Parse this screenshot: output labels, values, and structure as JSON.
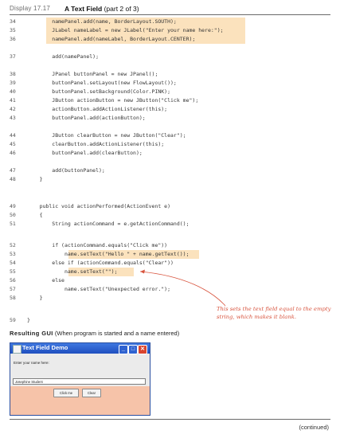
{
  "header": {
    "display_label": "Display 17.17",
    "title_bold": "A Text Field",
    "title_rest": " (part 2 of 3)"
  },
  "code_lines": [
    {
      "n": "34",
      "code": "        namePanel.add(name, BorderLayout.SOUTH);"
    },
    {
      "n": "35",
      "code": "        JLabel nameLabel = new JLabel(\"Enter your name here:\");"
    },
    {
      "n": "36",
      "code": "        namePanel.add(nameLabel, BorderLayout.CENTER);"
    },
    {
      "n": "37",
      "code": "        add(namePanel);"
    },
    {
      "n": "38",
      "code": "        JPanel buttonPanel = new JPanel();"
    },
    {
      "n": "39",
      "code": "        buttonPanel.setLayout(new FlowLayout());"
    },
    {
      "n": "40",
      "code": "        buttonPanel.setBackground(Color.PINK);"
    },
    {
      "n": "41",
      "code": "        JButton actionButton = new JButton(\"Click me\");"
    },
    {
      "n": "42",
      "code": "        actionButton.addActionListener(this);"
    },
    {
      "n": "43",
      "code": "        buttonPanel.add(actionButton);"
    },
    {
      "n": "44",
      "code": "        JButton clearButton = new JButton(\"Clear\");"
    },
    {
      "n": "45",
      "code": "        clearButton.addActionListener(this);"
    },
    {
      "n": "46",
      "code": "        buttonPanel.add(clearButton);"
    },
    {
      "n": "47",
      "code": "        add(buttonPanel);"
    },
    {
      "n": "48",
      "code": "    }"
    },
    {
      "n": "49",
      "code": "    public void actionPerformed(ActionEvent e)"
    },
    {
      "n": "50",
      "code": "    {"
    },
    {
      "n": "51",
      "code": "        String actionCommand = e.getActionCommand();"
    },
    {
      "n": "52",
      "code": "        if (actionCommand.equals(\"Click me\"))"
    },
    {
      "n": "53",
      "code": "            name.setText(\"Hello \" + name.getText());"
    },
    {
      "n": "54",
      "code": "        else if (actionCommand.equals(\"Clear\"))"
    },
    {
      "n": "55",
      "code": "            name.setText(\"\");"
    },
    {
      "n": "56",
      "code": "        else"
    },
    {
      "n": "57",
      "code": "            name.setText(\"Unexpected error.\");"
    },
    {
      "n": "58",
      "code": "    }"
    },
    {
      "n": "59",
      "code": "}"
    }
  ],
  "annotation": "This sets the text field equal to the empty string, which makes it blank.",
  "result": {
    "label": "Resulting GUI",
    "note": " (When program is started and a name entered)"
  },
  "window": {
    "title": "Text Field Demo",
    "label": "Enter your name here:",
    "field_value": "Josephine Student",
    "click_button": "Click me",
    "clear_button": "Clear",
    "min_glyph": "_",
    "max_glyph": "□",
    "close_glyph": "✕"
  },
  "footer": {
    "continued": "(continued)"
  },
  "colors": {
    "highlight": "#fbe2bd",
    "annotation": "#d8543e",
    "window_title": "#2b5fd0",
    "pink_panel": "#f6c3a9"
  }
}
